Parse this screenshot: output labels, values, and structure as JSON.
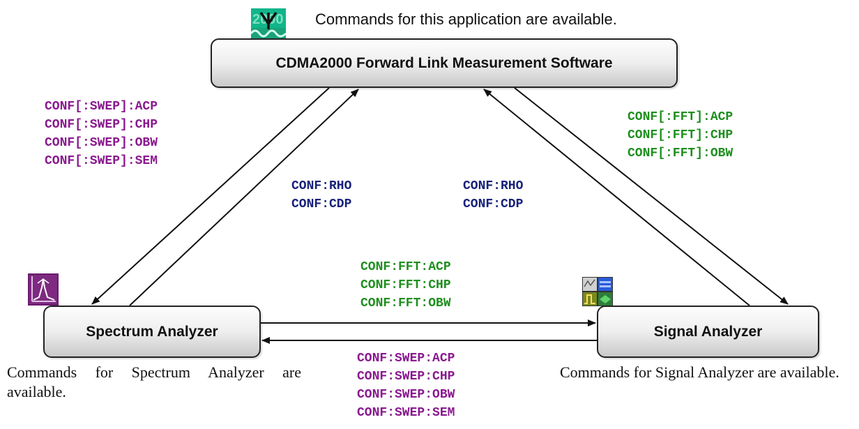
{
  "diagram": {
    "caption_top": "Commands for this application are available.",
    "nodes": {
      "cdma": {
        "label": "CDMA2000 Forward Link Measurement Software",
        "icon": "cdma2000-app-icon"
      },
      "spectrum": {
        "label": "Spectrum Analyzer",
        "icon": "spectrum-analyzer-icon"
      },
      "signal": {
        "label": "Signal Analyzer",
        "icon": "signal-analyzer-icon"
      }
    },
    "edge_labels": {
      "cdma_spectrum": [
        "CONF[:SWEP]:ACP",
        "CONF[:SWEP]:CHP",
        "CONF[:SWEP]:OBW",
        "CONF[:SWEP]:SEM"
      ],
      "cdma_signal": [
        "CONF[:FFT]:ACP",
        "CONF[:FFT]:CHP",
        "CONF[:FFT]:OBW"
      ],
      "spectrum_to_cdma": [
        "CONF:RHO",
        "CONF:CDP"
      ],
      "signal_to_cdma": [
        "CONF:RHO",
        "CONF:CDP"
      ],
      "spectrum_to_signal": [
        "CONF:FFT:ACP",
        "CONF:FFT:CHP",
        "CONF:FFT:OBW"
      ],
      "signal_to_spectrum": [
        "CONF:SWEP:ACP",
        "CONF:SWEP:CHP",
        "CONF:SWEP:OBW",
        "CONF:SWEP:SEM"
      ]
    },
    "captions": {
      "spectrum": "Commands for Spectrum Analyzer are available.",
      "signal": "Commands for Signal Analyzer are available."
    },
    "colors": {
      "sweep_commands": "#8a1a8f",
      "fft_commands": "#1f8f1f",
      "modulation_commands": "#18227a"
    }
  }
}
